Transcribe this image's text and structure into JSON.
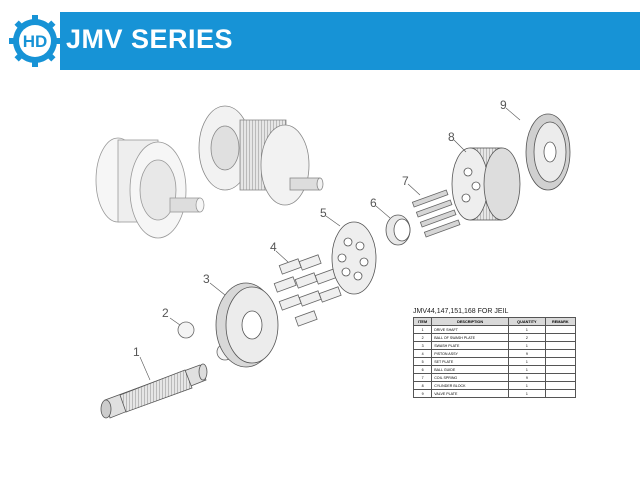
{
  "header": {
    "title": "JMV SERIES",
    "logo_text": "HD",
    "logo_icon": "gear-logo-icon",
    "bar_color": "#1793d6"
  },
  "diagram": {
    "callouts": [
      "1",
      "2",
      "3",
      "4",
      "5",
      "6",
      "7",
      "8",
      "9"
    ]
  },
  "parts_table": {
    "title": "JMV44,147,151,168 FOR JEIL",
    "columns": [
      "ITEM",
      "DESCRIPTION",
      "QUANTITY",
      "REMARK"
    ],
    "rows": [
      {
        "item": "1",
        "description": "DRIVE SHAFT",
        "quantity": "1",
        "remark": ""
      },
      {
        "item": "2",
        "description": "BALL OF SWASH PLATE",
        "quantity": "2",
        "remark": ""
      },
      {
        "item": "3",
        "description": "SWASH PLATE",
        "quantity": "1",
        "remark": ""
      },
      {
        "item": "4",
        "description": "PISTON ASSY",
        "quantity": "9",
        "remark": ""
      },
      {
        "item": "5",
        "description": "SET PLATE",
        "quantity": "1",
        "remark": ""
      },
      {
        "item": "6",
        "description": "BALL GUIDE",
        "quantity": "1",
        "remark": ""
      },
      {
        "item": "7",
        "description": "COIL SPRING",
        "quantity": "9",
        "remark": ""
      },
      {
        "item": "8",
        "description": "CYLINDER BLOCK",
        "quantity": "1",
        "remark": ""
      },
      {
        "item": "9",
        "description": "VALVE PLATE",
        "quantity": "1",
        "remark": ""
      }
    ]
  }
}
